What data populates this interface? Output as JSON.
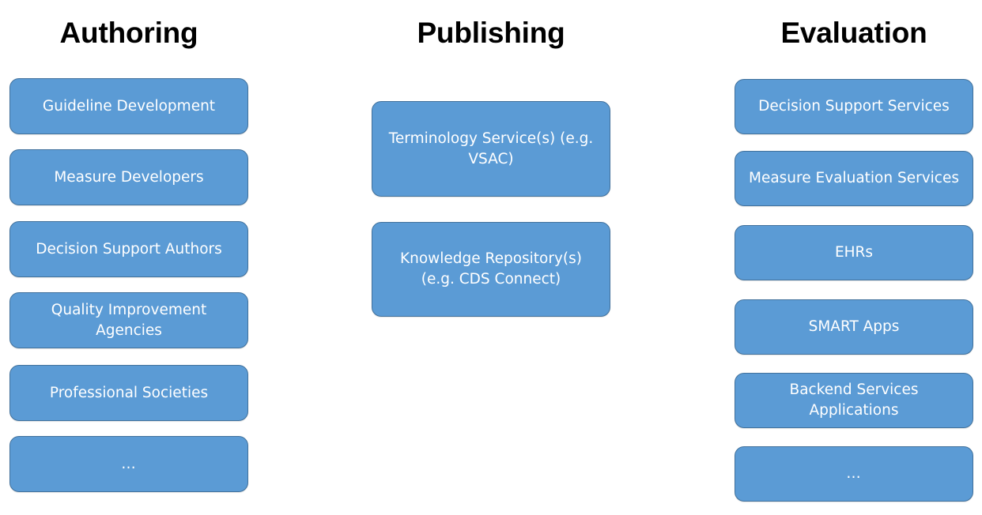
{
  "diagram": {
    "title_visible": false,
    "background_color": "#FFFFFF",
    "node_fill_color": "#5B9BD5",
    "node_border_color": "#41719C",
    "node_text_color": "#FFFFFF",
    "heading_text_color": "#000000",
    "columns": [
      {
        "id": "authoring",
        "heading": "Authoring",
        "nodes": [
          {
            "label": "Guideline Development"
          },
          {
            "label": "Measure Developers"
          },
          {
            "label": "Decision Support Authors"
          },
          {
            "label": "Quality Improvement\nAgencies"
          },
          {
            "label": "Professional Societies"
          },
          {
            "label": "…"
          }
        ]
      },
      {
        "id": "publishing",
        "heading": "Publishing",
        "nodes": [
          {
            "label": "Terminology Service(s) (e.g.\nVSAC)"
          },
          {
            "label": "Knowledge Repository(s)\n(e.g. CDS Connect)"
          }
        ]
      },
      {
        "id": "evaluation",
        "heading": "Evaluation",
        "nodes": [
          {
            "label": "Decision Support Services"
          },
          {
            "label": "Measure Evaluation Services"
          },
          {
            "label": "EHRs"
          },
          {
            "label": "SMART Apps"
          },
          {
            "label": "Backend Services\nApplications"
          },
          {
            "label": "…"
          }
        ]
      }
    ]
  }
}
